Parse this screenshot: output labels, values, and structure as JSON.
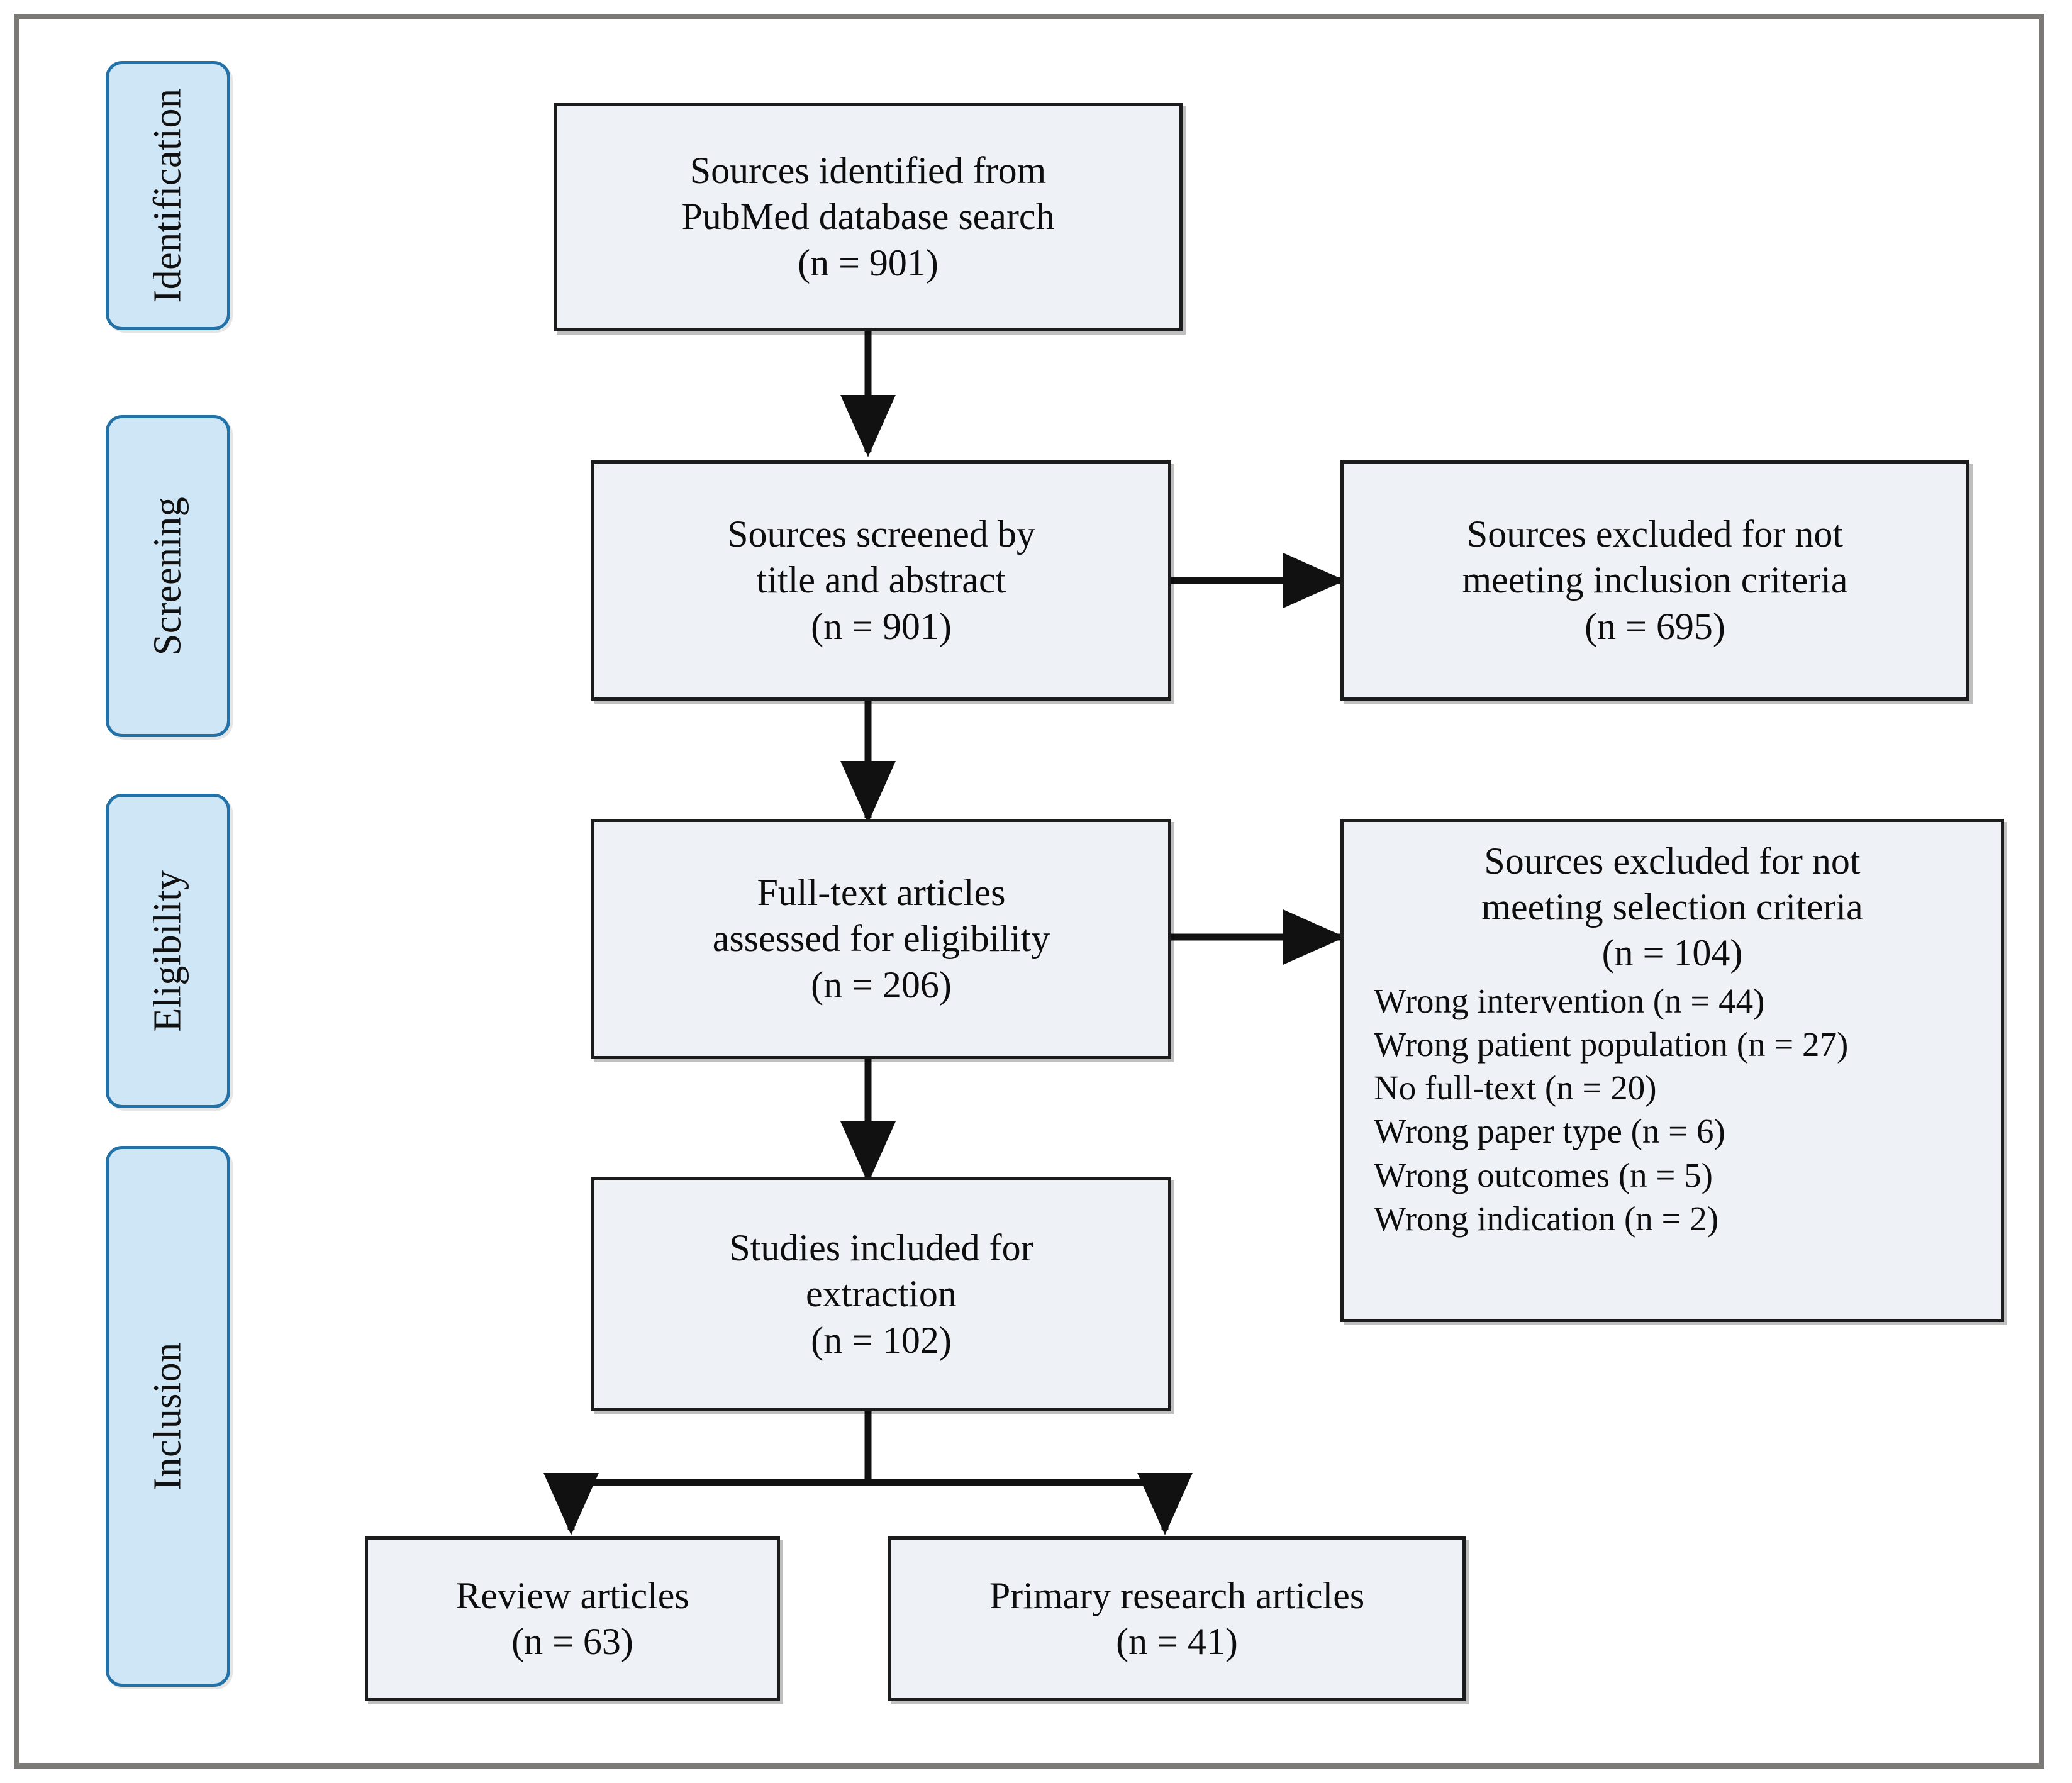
{
  "figure": {
    "type": "prisma-flow-diagram",
    "frame_color": "#7b7976",
    "box_fill": "#eef2f7",
    "box_border": "#1c1c1c",
    "stage_fill": "#cfe6f7",
    "stage_border": "#2272a8"
  },
  "stages": [
    {
      "label": "Identification"
    },
    {
      "label": "Screening"
    },
    {
      "label": "Eligibility"
    },
    {
      "label": "Inclusion"
    }
  ],
  "boxes": {
    "identified": {
      "lines": [
        "Sources identified from",
        "PubMed database search",
        "(n = 901)"
      ]
    },
    "screened": {
      "lines": [
        "Sources screened by",
        "title and abstract",
        "(n = 901)"
      ]
    },
    "excluded_screening": {
      "lines": [
        "Sources excluded for not",
        "meeting inclusion criteria",
        "(n = 695)"
      ]
    },
    "fulltext": {
      "lines": [
        "Full-text articles",
        "assessed for eligibility",
        "(n = 206)"
      ]
    },
    "excluded_eligibility": {
      "head_lines": [
        "Sources excluded for not",
        "meeting selection criteria",
        "(n = 104)"
      ],
      "reasons": [
        "Wrong intervention (n = 44)",
        "Wrong patient population (n = 27)",
        "No full-text (n = 20)",
        "Wrong paper type (n = 6)",
        "Wrong outcomes (n = 5)",
        "Wrong indication (n = 2)"
      ]
    },
    "included": {
      "lines": [
        "Studies included for",
        "extraction",
        "(n = 102)"
      ]
    },
    "review_articles": {
      "lines": [
        "Review articles",
        "(n = 63)"
      ]
    },
    "primary_articles": {
      "lines": [
        "Primary research articles",
        "(n = 41)"
      ]
    }
  },
  "chart_data": {
    "type": "table",
    "title": "PRISMA study selection flow",
    "stages": [
      "Identification",
      "Screening",
      "Eligibility",
      "Inclusion"
    ],
    "nodes": [
      {
        "id": "identified",
        "stage": "Identification",
        "label": "Sources identified from PubMed database search",
        "n": 901
      },
      {
        "id": "screened",
        "stage": "Screening",
        "label": "Sources screened by title and abstract",
        "n": 901
      },
      {
        "id": "excluded_screening",
        "stage": "Screening",
        "label": "Sources excluded for not meeting inclusion criteria",
        "n": 695
      },
      {
        "id": "fulltext",
        "stage": "Eligibility",
        "label": "Full-text articles assessed for eligibility",
        "n": 206
      },
      {
        "id": "excluded_eligibility",
        "stage": "Eligibility",
        "label": "Sources excluded for not meeting selection criteria",
        "n": 104
      },
      {
        "id": "included",
        "stage": "Inclusion",
        "label": "Studies included for extraction",
        "n": 102
      },
      {
        "id": "review_articles",
        "stage": "Inclusion",
        "label": "Review articles",
        "n": 63
      },
      {
        "id": "primary_articles",
        "stage": "Inclusion",
        "label": "Primary research articles",
        "n": 41
      }
    ],
    "exclusion_reasons": [
      {
        "reason": "Wrong intervention",
        "n": 44
      },
      {
        "reason": "Wrong patient population",
        "n": 27
      },
      {
        "reason": "No full-text",
        "n": 20
      },
      {
        "reason": "Wrong paper type",
        "n": 6
      },
      {
        "reason": "Wrong outcomes",
        "n": 5
      },
      {
        "reason": "Wrong indication",
        "n": 2
      }
    ],
    "edges": [
      {
        "from": "identified",
        "to": "screened"
      },
      {
        "from": "screened",
        "to": "excluded_screening"
      },
      {
        "from": "screened",
        "to": "fulltext"
      },
      {
        "from": "fulltext",
        "to": "excluded_eligibility"
      },
      {
        "from": "fulltext",
        "to": "included"
      },
      {
        "from": "included",
        "to": "review_articles"
      },
      {
        "from": "included",
        "to": "primary_articles"
      }
    ]
  }
}
